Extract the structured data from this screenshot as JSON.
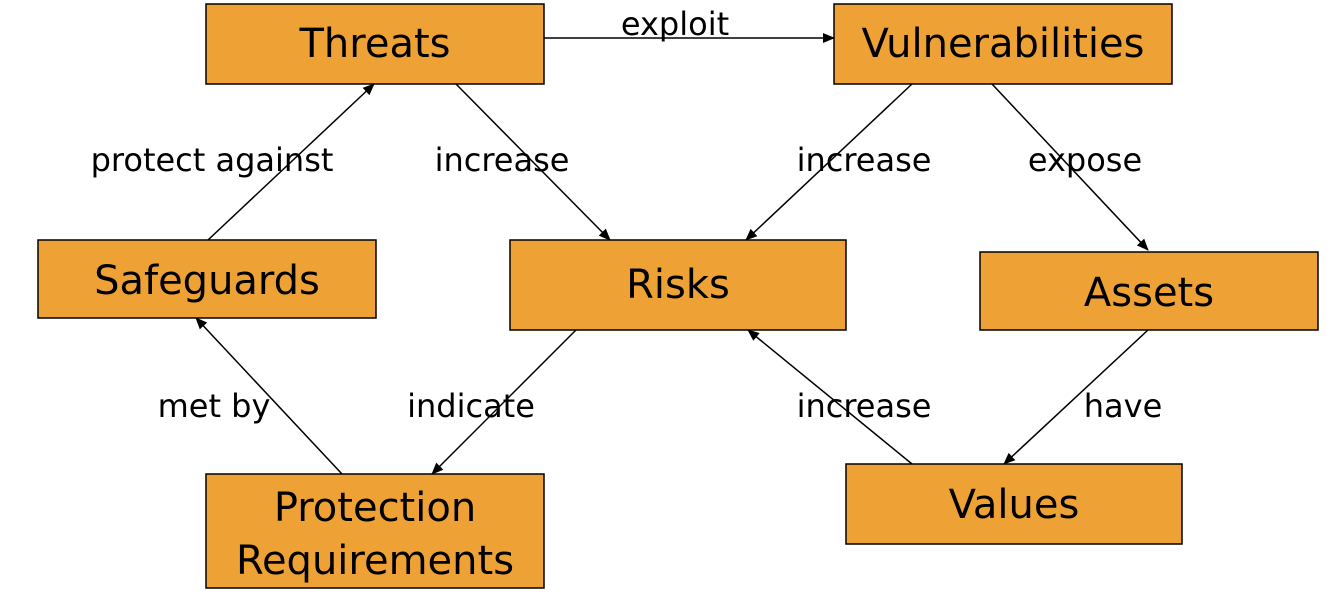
{
  "nodes": {
    "threats": {
      "label": "Threats"
    },
    "vulnerabilities": {
      "label": "Vulnerabilities"
    },
    "safeguards": {
      "label": "Safeguards"
    },
    "risks": {
      "label": "Risks"
    },
    "assets": {
      "label": "Assets"
    },
    "protection_requirements": {
      "line1": "Protection",
      "line2": "Requirements"
    },
    "values": {
      "label": "Values"
    }
  },
  "edges": {
    "threats_vulnerabilities": {
      "label": "exploit"
    },
    "safeguards_threats": {
      "label": "protect against"
    },
    "threats_risks": {
      "label": "increase"
    },
    "vulnerabilities_risks": {
      "label": "increase"
    },
    "vulnerabilities_assets": {
      "label": "expose"
    },
    "protection_safeguards": {
      "label": "met by"
    },
    "risks_protection": {
      "label": "indicate"
    },
    "values_risks": {
      "label": "increase"
    },
    "assets_values": {
      "label": "have"
    }
  },
  "colors": {
    "node_fill": "#eea236",
    "stroke": "#000000"
  }
}
